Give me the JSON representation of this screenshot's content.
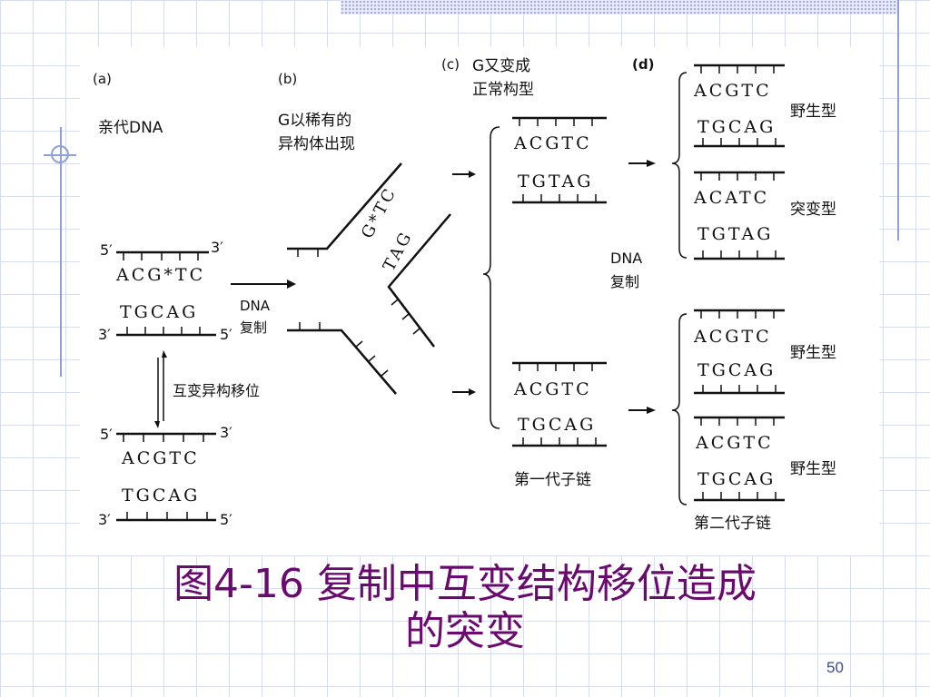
{
  "slide": {
    "title_line1": "图4-16  复制中互变结构移位造成",
    "title_line2": "的突变",
    "page_number": "50",
    "title_color": "#6a0a6e"
  },
  "figure": {
    "panel_a": {
      "label": "(a)",
      "heading": "亲代DNA",
      "top_strand": "ACG*TC",
      "bottom_strand": "TGCAG",
      "end_5_top": "5′",
      "end_3_top": "3′",
      "end_3_bottom": "3′",
      "end_5_bottom": "5′",
      "process_label": "互变异构移位",
      "lower_top_strand": "ACGTC",
      "lower_bottom_strand": "TGCAG",
      "lower_end_5_top": "5′",
      "lower_end_3_top": "3′",
      "lower_end_3_bottom": "3′",
      "lower_end_5_bottom": "5′"
    },
    "arrow_ab_line1": "DNA",
    "arrow_ab_line2": "复制",
    "panel_b": {
      "label": "(b)",
      "heading_line1": "G以稀有的",
      "heading_line2": "异构体出现",
      "fork_upper": "G*TC",
      "fork_lower": "TAG"
    },
    "panel_c": {
      "label": "(c)",
      "heading_line1": "G又变成",
      "heading_line2": "正常构型",
      "upper_top": "ACGTC",
      "upper_bottom": "TGTAG",
      "lower_top": "ACGTC",
      "lower_bottom": "TGCAG",
      "caption": "第一代子链"
    },
    "arrow_cd_line1": "DNA",
    "arrow_cd_line2": "复制",
    "panel_d": {
      "label": "(d)",
      "rows": [
        {
          "seq": "ACGTC",
          "pair": "TGCAG",
          "type": "野生型"
        },
        {
          "seq": "ACATC",
          "pair": "TGTAG",
          "type": "突变型"
        },
        {
          "seq": "ACGTC",
          "pair": "TGCAG",
          "type": "野生型"
        },
        {
          "seq": "ACGTC",
          "pair": "TGCAG",
          "type": "野生型"
        }
      ],
      "caption": "第二代子链"
    }
  }
}
